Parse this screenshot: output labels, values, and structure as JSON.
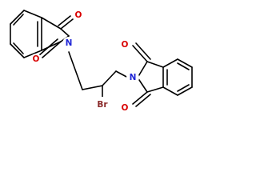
{
  "molecule": {
    "atoms": {
      "o_left_top": "O",
      "o_left_bottom": "O",
      "n_left": "N",
      "br": "Br",
      "n_right": "N",
      "o_right_top": "O",
      "o_right_bottom": "O"
    },
    "colors": {
      "bond": "#000000",
      "nitrogen": "#1f25d6",
      "oxygen": "#d90000",
      "bromine": "#8a2a2a"
    }
  }
}
